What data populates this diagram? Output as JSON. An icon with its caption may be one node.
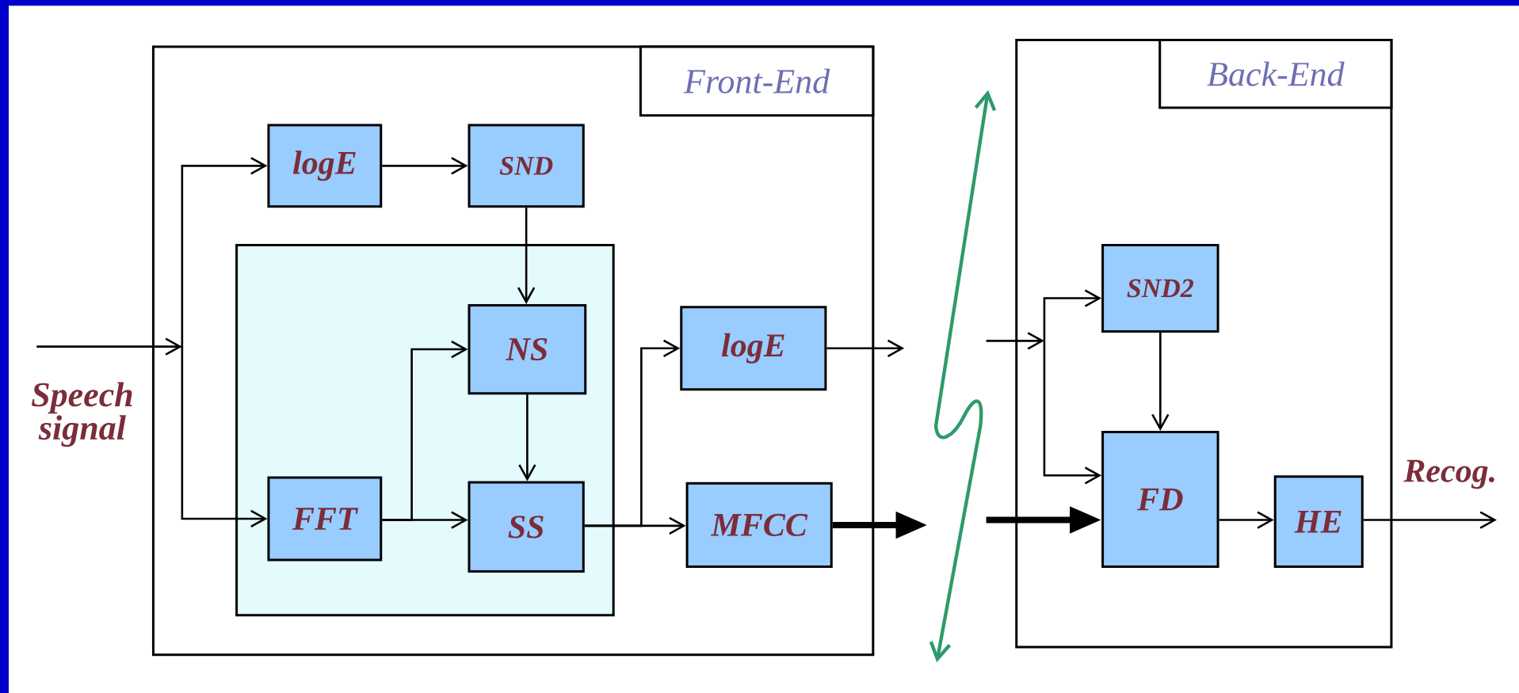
{
  "diagram": {
    "nodes": [
      {
        "text": [
          "Front-End"
        ]
      },
      {
        "text": [
          "Back-End"
        ]
      },
      {
        "text": [],
        "shape": "box",
        "in": 0
      },
      {
        "text": [
          "logE"
        ],
        "in": 0
      },
      {
        "text": [
          "SND"
        ],
        "in": 0
      },
      {
        "text": [
          "NS"
        ],
        "in": 2
      },
      {
        "text": [
          "FFT"
        ],
        "in": 2
      },
      {
        "text": [
          "SS"
        ],
        "in": 2
      },
      {
        "text": [
          "logE"
        ],
        "in": 0
      },
      {
        "text": [
          "MFCC"
        ],
        "in": 0
      },
      {
        "text": [
          "SND2"
        ],
        "in": 1
      },
      {
        "text": [
          "FD"
        ],
        "in": 1
      },
      {
        "text": [
          "HE"
        ],
        "in": 1
      }
    ],
    "edges": [
      {
        "from": null,
        "to": 3,
        "arrow": "to"
      },
      {
        "from": null,
        "to": 6,
        "arrow": "to"
      },
      {
        "from": 3,
        "to": 4,
        "arrow": "to"
      },
      {
        "from": 4,
        "to": 5,
        "arrow": "to"
      },
      {
        "from": 6,
        "to": 5,
        "arrow": "to"
      },
      {
        "from": 6,
        "to": 7,
        "arrow": "to"
      },
      {
        "from": 5,
        "to": 7,
        "arrow": "to"
      },
      {
        "from": 7,
        "to": 8,
        "arrow": "to"
      },
      {
        "from": 7,
        "to": 9,
        "arrow": "to"
      },
      {
        "from": 8,
        "to": null,
        "arrow": "to"
      },
      {
        "from": 9,
        "to": null,
        "arrow": "to",
        "style": "thick"
      },
      {
        "from": null,
        "to": 10,
        "arrow": "to"
      },
      {
        "from": null,
        "to": 11,
        "arrow": "to"
      },
      {
        "from": null,
        "to": 11,
        "arrow": "to",
        "style": "thick"
      },
      {
        "from": 10,
        "to": 11,
        "arrow": "to"
      },
      {
        "from": 11,
        "to": 12,
        "arrow": "to"
      },
      {
        "from": 12,
        "to": null,
        "arrow": "to"
      }
    ],
    "labels": [
      "Speech signal",
      "Recog."
    ]
  }
}
